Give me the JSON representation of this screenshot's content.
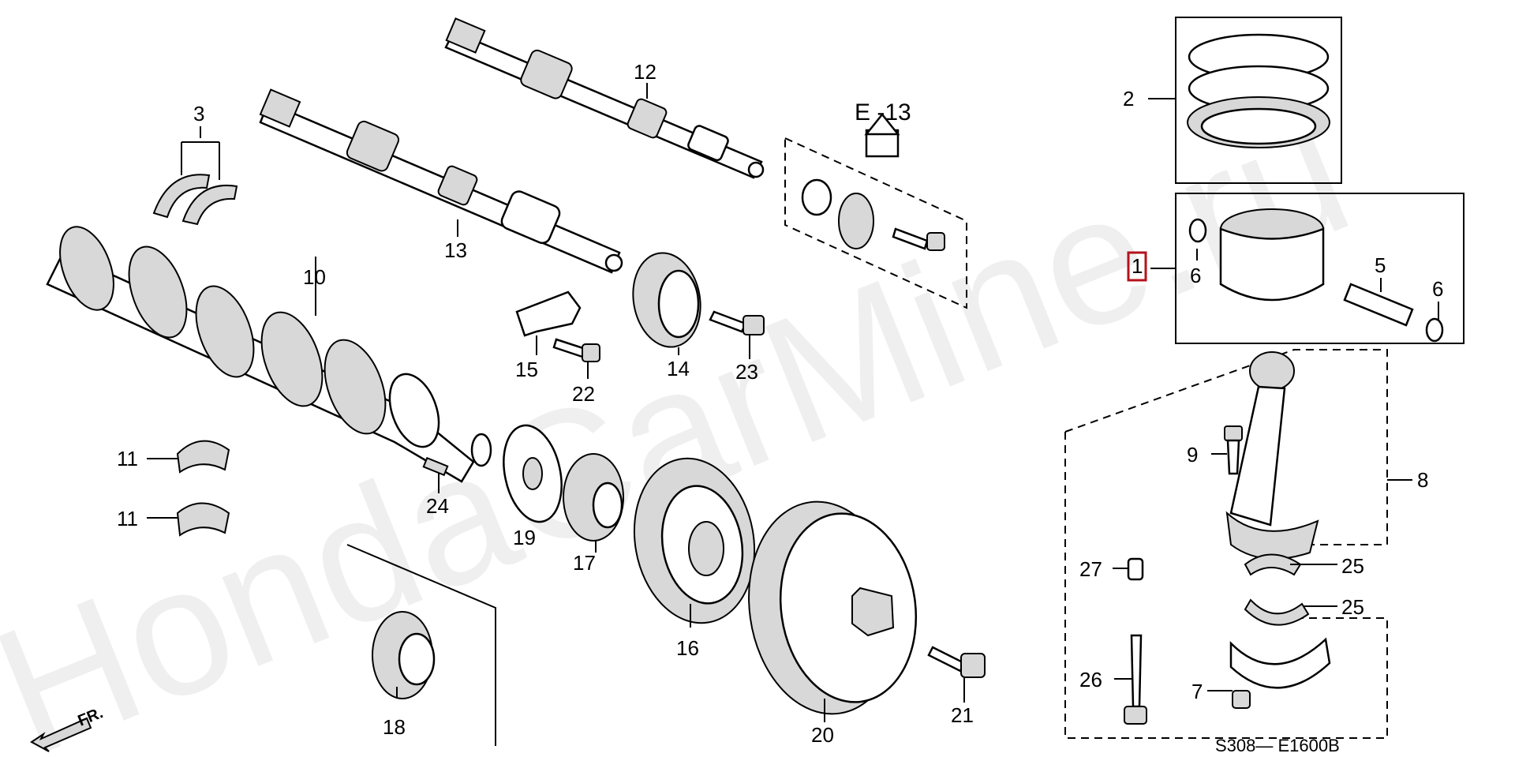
{
  "watermark": "HondaCarMine.ru",
  "diagram_code": "S308— E1600B",
  "ref_arrow_label": "E -13",
  "front_indicator": "FR.",
  "highlighted_part": "1",
  "parts": [
    {
      "id": "p1",
      "num": "1"
    },
    {
      "id": "p2",
      "num": "2"
    },
    {
      "id": "p3",
      "num": "3"
    },
    {
      "id": "p5",
      "num": "5"
    },
    {
      "id": "p6a",
      "num": "6"
    },
    {
      "id": "p6b",
      "num": "6"
    },
    {
      "id": "p7",
      "num": "7"
    },
    {
      "id": "p8",
      "num": "8"
    },
    {
      "id": "p9",
      "num": "9"
    },
    {
      "id": "p10",
      "num": "10"
    },
    {
      "id": "p11a",
      "num": "11"
    },
    {
      "id": "p11b",
      "num": "11"
    },
    {
      "id": "p12",
      "num": "12"
    },
    {
      "id": "p13",
      "num": "13"
    },
    {
      "id": "p14",
      "num": "14"
    },
    {
      "id": "p15",
      "num": "15"
    },
    {
      "id": "p16",
      "num": "16"
    },
    {
      "id": "p17",
      "num": "17"
    },
    {
      "id": "p18",
      "num": "18"
    },
    {
      "id": "p19",
      "num": "19"
    },
    {
      "id": "p20",
      "num": "20"
    },
    {
      "id": "p21",
      "num": "21"
    },
    {
      "id": "p22",
      "num": "22"
    },
    {
      "id": "p23",
      "num": "23"
    },
    {
      "id": "p24",
      "num": "24"
    },
    {
      "id": "p25a",
      "num": "25"
    },
    {
      "id": "p25b",
      "num": "25"
    },
    {
      "id": "p26",
      "num": "26"
    },
    {
      "id": "p27",
      "num": "27"
    }
  ]
}
